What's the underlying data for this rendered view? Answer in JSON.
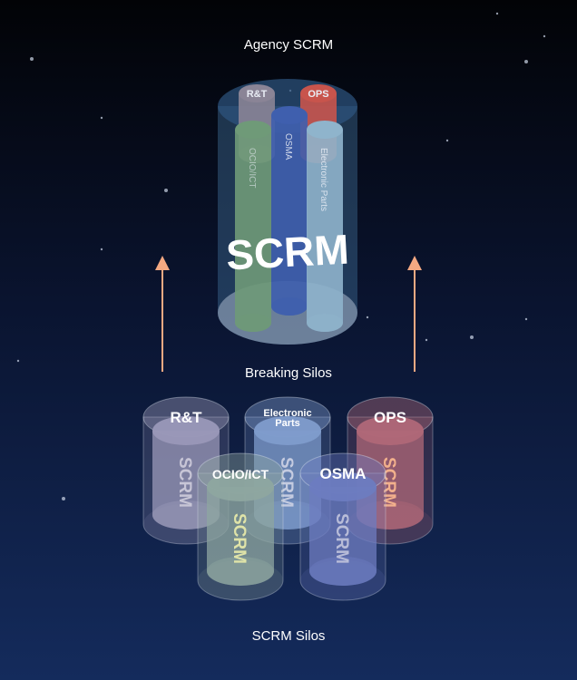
{
  "title_top": "Agency SCRM",
  "middle_label": "Breaking Silos",
  "bottom_label": "SCRM Silos",
  "agency": {
    "big_label": "SCRM",
    "columns": [
      {
        "id": "rt",
        "label": "R&T",
        "color": "#8a8496"
      },
      {
        "id": "ops",
        "label": "OPS",
        "color": "#c8544c"
      },
      {
        "id": "osma",
        "label": "OSMA",
        "color": "#3f5fae"
      },
      {
        "id": "ocio",
        "label": "OCIO/ICT",
        "color": "#6f9a78"
      },
      {
        "id": "ep",
        "label": "Electronic Parts",
        "color": "#8fb4cc"
      }
    ]
  },
  "silos": [
    {
      "id": "rt",
      "label": "R&T",
      "inner": "SCRM",
      "color": "#9a98b8",
      "text_color": "#c7c5d6"
    },
    {
      "id": "ep",
      "label": "Electronic Parts",
      "inner": "SCRM",
      "color": "#7f9ccc",
      "text_color": "#c4cbe0"
    },
    {
      "id": "ops",
      "label": "OPS",
      "inner": "SCRM",
      "color": "#b06878",
      "text_color": "#f2b08c"
    },
    {
      "id": "ocio",
      "label": "OCIO/ICT",
      "inner": "SCRM",
      "color": "#8ea6a0",
      "text_color": "#dfe3a8"
    },
    {
      "id": "osma",
      "label": "OSMA",
      "inner": "SCRM",
      "color": "#6d7cc0",
      "text_color": "#b8bcd8"
    }
  ],
  "colors": {
    "arrow": "#f4a982",
    "bg_top": "#020306",
    "bg_bottom": "#132a5a"
  }
}
